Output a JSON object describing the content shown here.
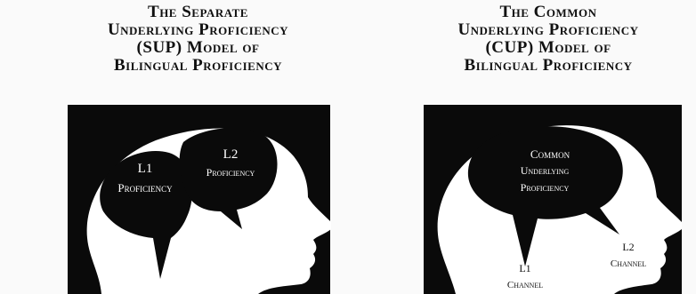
{
  "left_panel": {
    "title_lines": [
      "The Separate",
      "Underlying Proficiency",
      "(SUP) Model of",
      "Bilingual Proficiency"
    ],
    "bubble_left": [
      "L1",
      "Proficiency"
    ],
    "bubble_right": [
      "L2",
      "Proficiency"
    ]
  },
  "right_panel": {
    "title_lines": [
      "The Common",
      "Underlying Proficiency",
      "(CUP) Model of",
      "Bilingual Proficiency"
    ],
    "bubble": [
      "Common",
      "Underlying",
      "Proficiency"
    ],
    "channel_left": [
      "L1",
      "Channel"
    ],
    "channel_right": [
      "L2",
      "Channel"
    ]
  },
  "colors": {
    "ink": "#0a0a0a",
    "paper": "#fafafa"
  }
}
